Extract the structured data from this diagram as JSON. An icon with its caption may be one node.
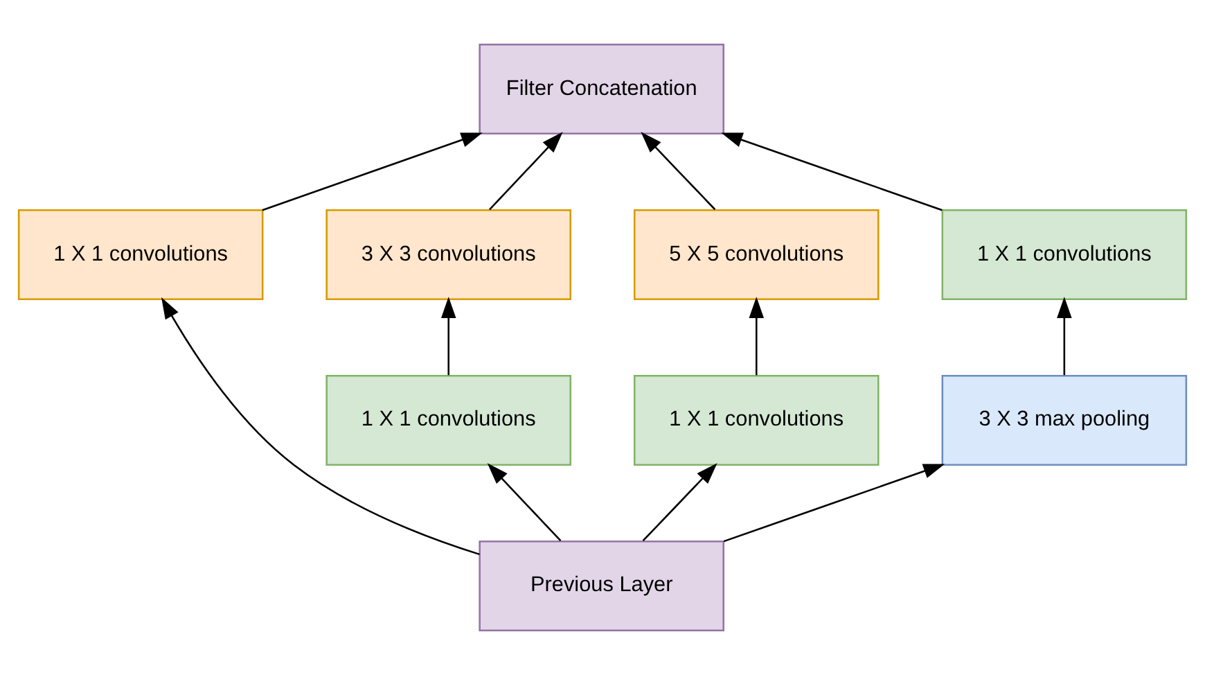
{
  "diagram": {
    "nodes": [
      {
        "text": [
          "Filter Concatenation"
        ]
      },
      {
        "text": [
          "1 X 1 convolutions"
        ]
      },
      {
        "text": [
          "3 X 3 convolutions"
        ]
      },
      {
        "text": [
          "5 X 5 convolutions"
        ]
      },
      {
        "text": [
          "1 X 1 convolutions"
        ]
      },
      {
        "text": [
          "1 X 1 convolutions"
        ]
      },
      {
        "text": [
          "1 X 1 convolutions"
        ]
      },
      {
        "text": [
          "3 X 3 max pooling"
        ]
      },
      {
        "text": [
          "Previous Layer"
        ]
      }
    ],
    "edges": [
      {
        "from": 8,
        "to": 1,
        "arrow": "to"
      },
      {
        "from": 8,
        "to": 5,
        "arrow": "to"
      },
      {
        "from": 8,
        "to": 6,
        "arrow": "to"
      },
      {
        "from": 8,
        "to": 7,
        "arrow": "to"
      },
      {
        "from": 5,
        "to": 2,
        "arrow": "to"
      },
      {
        "from": 6,
        "to": 3,
        "arrow": "to"
      },
      {
        "from": 7,
        "to": 4,
        "arrow": "to"
      },
      {
        "from": 1,
        "to": 0,
        "arrow": "to"
      },
      {
        "from": 2,
        "to": 0,
        "arrow": "to"
      },
      {
        "from": 3,
        "to": 0,
        "arrow": "to"
      },
      {
        "from": 4,
        "to": 0,
        "arrow": "to"
      }
    ]
  }
}
